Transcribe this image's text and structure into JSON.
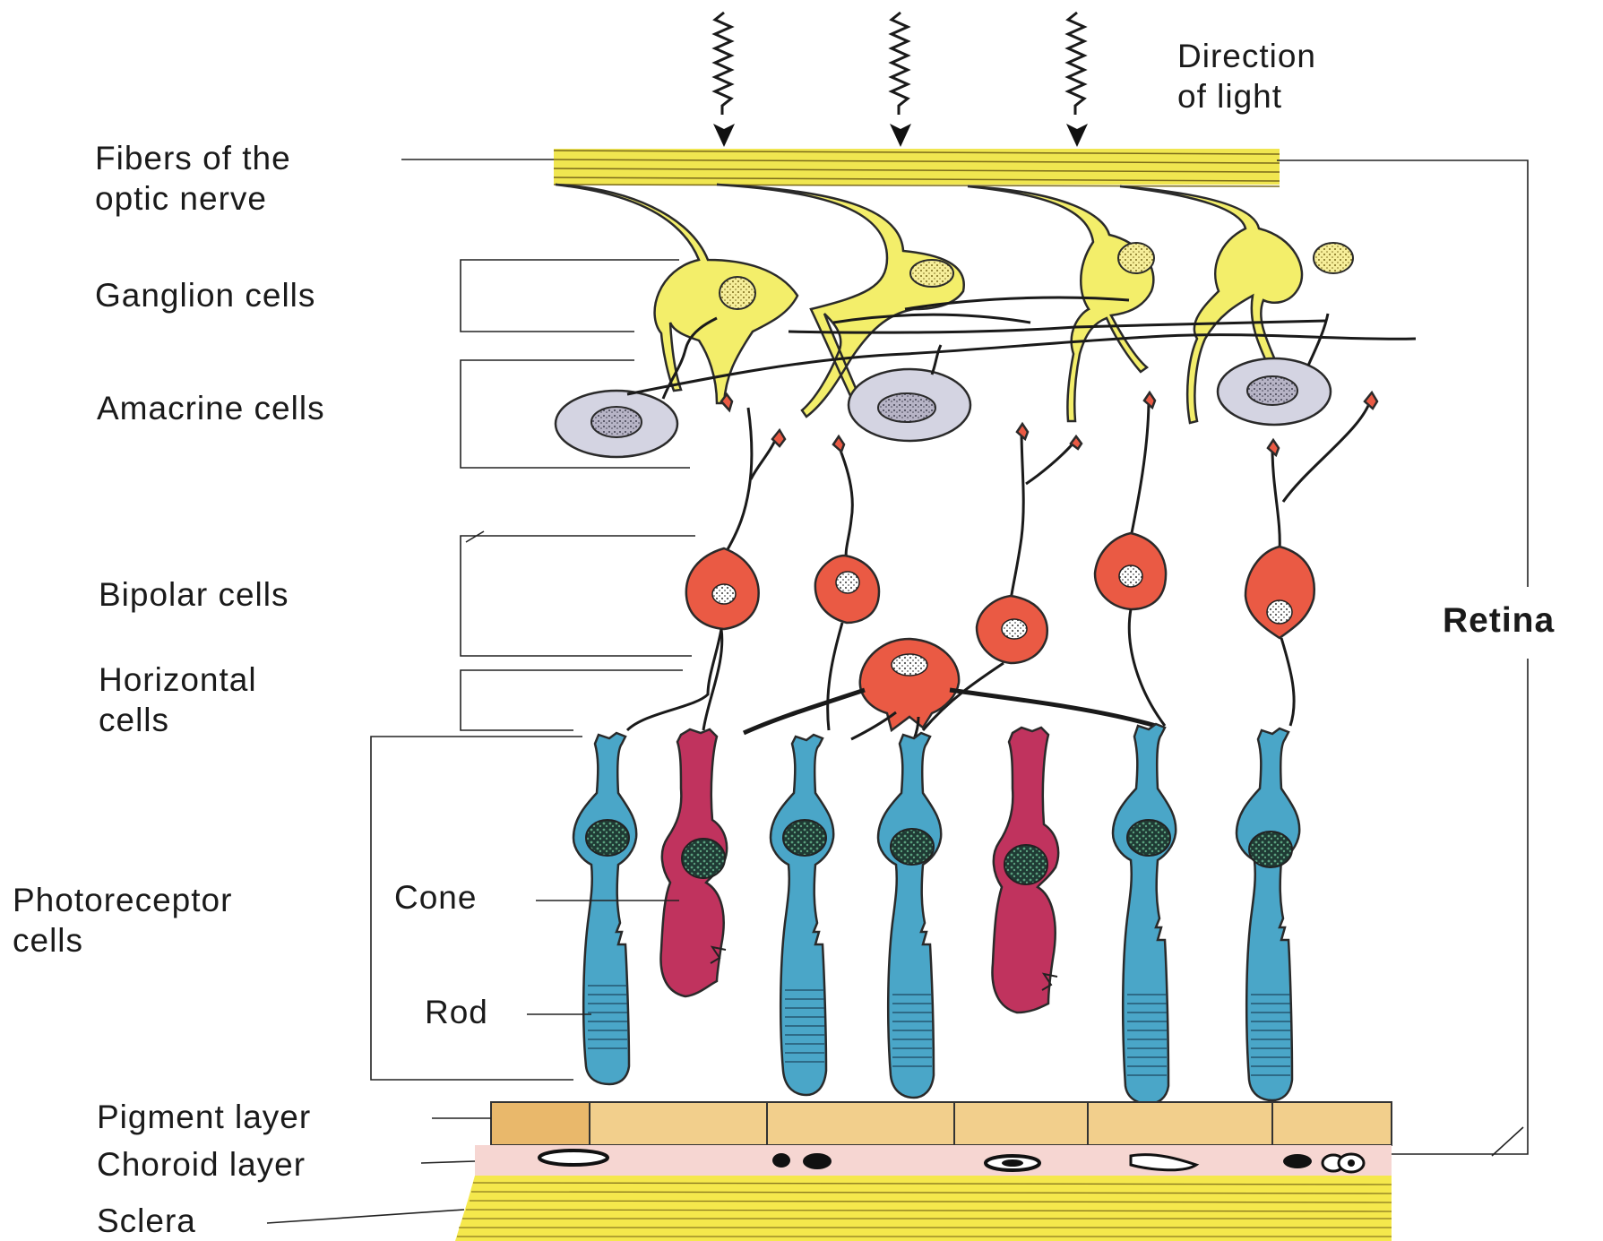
{
  "labels": {
    "light": [
      "Direction",
      "of light"
    ],
    "optic": [
      "Fibers of the",
      "optic nerve"
    ],
    "ganglion": "Ganglion cells",
    "amacrine": "Amacrine cells",
    "bipolar": "Bipolar cells",
    "horizontal": [
      "Horizontal",
      "cells"
    ],
    "photoreceptor": [
      "Photoreceptor",
      "cells"
    ],
    "cone": "Cone",
    "rod": "Rod",
    "pigment": "Pigment layer",
    "choroid": "Choroid layer",
    "sclera": "Sclera",
    "retina": "Retina"
  },
  "colors": {
    "ganglion": "#f3ee6a",
    "amacrine": "#d4d4e2",
    "bipolar": "#ea5a44",
    "rod": "#4aa6c8",
    "cone": "#c0335e",
    "pigment": "#f2cf8c",
    "choroid": "#f6d6d2",
    "sclera": "#f5e84c",
    "nerve_fibers": "#f0e650"
  }
}
